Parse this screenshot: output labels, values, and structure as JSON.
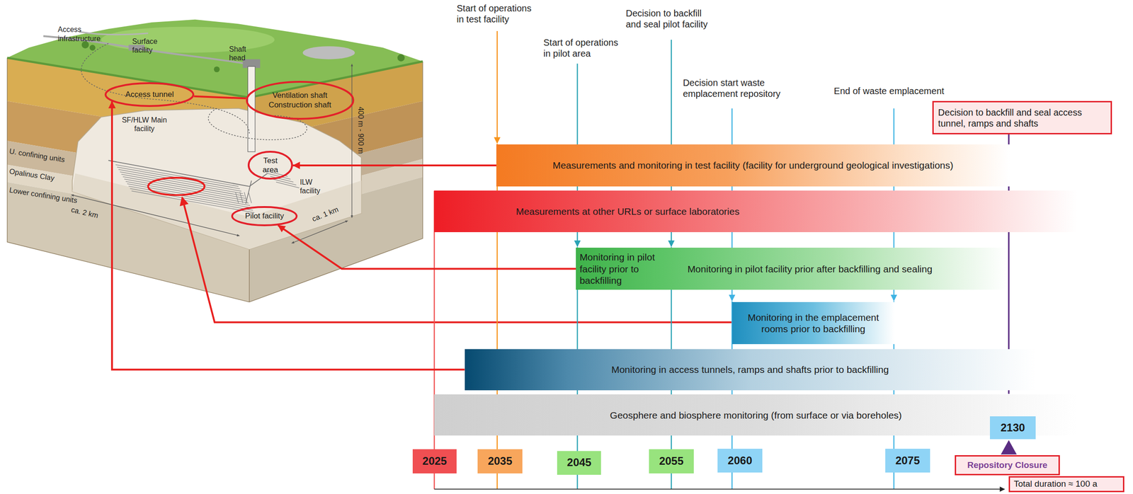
{
  "diagram": {
    "nodes": [
      {
        "text": [
          "Access tunnel"
        ]
      },
      {
        "text": [
          "Ventilation shaft",
          "Construction shaft"
        ]
      },
      {
        "text": [
          "Test area"
        ]
      },
      {
        "text": [
          "Pilot facility"
        ]
      },
      {
        "text": [
          "Measurements and monitoring in test facility (facility for underground geological investigations)"
        ]
      },
      {
        "text": [
          "Measurements at other URLs or surface laboratories"
        ]
      },
      {
        "text": [
          "Monitoring in pilot facility prior to backfilling",
          "Monitoring in pilot facility prior after backfilling and sealing"
        ]
      },
      {
        "text": [
          "Monitoring in the emplacement rooms prior to backfilling"
        ]
      },
      {
        "text": [
          "Monitoring in access tunnels, ramps and shafts prior to backfilling"
        ]
      },
      {
        "text": [
          "Geosphere and biosphere monitoring (from surface or via boreholes)"
        ]
      },
      {
        "text": [
          "Decision to backfill and seal access tunnel, ramps and shafts"
        ]
      },
      {
        "text": [
          "2025"
        ]
      },
      {
        "text": [
          "2035"
        ]
      },
      {
        "text": [
          "2045"
        ]
      },
      {
        "text": [
          "2055"
        ]
      },
      {
        "text": [
          "2060"
        ]
      },
      {
        "text": [
          "2075"
        ]
      },
      {
        "text": [
          "2130"
        ]
      },
      {
        "text": [
          "Repository Closure"
        ]
      },
      {
        "text": [
          "Total duration ≈ 100 a"
        ]
      }
    ],
    "edges": [
      {
        "from": 0,
        "to": 1,
        "arrow": "none"
      },
      {
        "from": 4,
        "to": 2,
        "arrow": "to"
      },
      {
        "from": 6,
        "to": 3,
        "arrow": "to"
      },
      {
        "from": 8,
        "to": 0,
        "arrow": "to"
      }
    ],
    "labels": [
      "Access infrastructure",
      "Surface facility",
      "Shaft head",
      "400 m - 900 m",
      "U. confining units",
      "SF/HLW Main facility",
      "ILW facility",
      "Opalinus Clay",
      "Lower confining units",
      "ca. 2 km",
      "ca. 1 km",
      "Start of operations in test facility",
      "Decision to backfill and seal pilot facility",
      "Start of operations in pilot area",
      "Decision start waste emplacement repository",
      "End of waste emplacement"
    ]
  }
}
